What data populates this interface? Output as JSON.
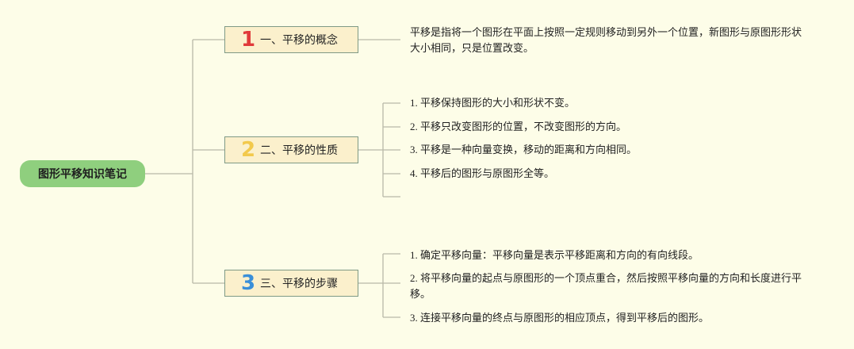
{
  "root": {
    "label": "图形平移知识笔记"
  },
  "colors": {
    "background": "#fdfde8",
    "root": "#8fcf7e",
    "topic": "#fbf0cc",
    "line": "#b9b9a8",
    "num1": "#e03a3a",
    "num2": "#f2c94c",
    "num3": "#3a8fd9"
  },
  "topics": [
    {
      "number": "1",
      "label": "一、平移的概念",
      "items": [
        "平移是指将一个图形在平面上按照一定规则移动到另外一个位置，新图形与原图形形状大小相同，只是位置改变。"
      ]
    },
    {
      "number": "2",
      "label": "二、平移的性质",
      "items": [
        "1. 平移保持图形的大小和形状不变。",
        "2. 平移只改变图形的位置，不改变图形的方向。",
        "3. 平移是一种向量变换，移动的距离和方向相同。",
        "4. 平移后的图形与原图形全等。",
        ""
      ]
    },
    {
      "number": "3",
      "label": "三、平移的步骤",
      "items": [
        "1. 确定平移向量：平移向量是表示平移距离和方向的有向线段。",
        "2. 将平移向量的起点与原图形的一个顶点重合，然后按照平移向量的方向和长度进行平移。",
        "3. 连接平移向量的终点与原图形的相应顶点，得到平移后的图形。"
      ]
    }
  ]
}
